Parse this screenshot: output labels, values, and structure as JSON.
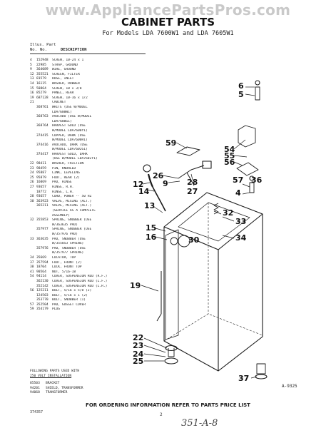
{
  "watermark": "www.AppliancePartsPros.com",
  "title": "CABINET PARTS",
  "subtitle": "For Models LDA 7600W1 and LDA 7605W1",
  "columns": {
    "illus_top": "Illus. Part",
    "illus_bottom": "No.",
    "part_bottom": "No.",
    "description": "DESCRIPTION"
  },
  "parts": [
    {
      "key": "4",
      "part": "152948",
      "desc": "SCREW, 10-24 x 1"
    },
    {
      "key": "5",
      "part": "22985",
      "desc": "STRAP, GROUND"
    },
    {
      "key": "9",
      "part": "364089",
      "desc": "WIRE, GROUND"
    },
    {
      "key": "12",
      "part": "355521",
      "desc": "SCREEN, FILTER"
    },
    {
      "key": "13",
      "part": "81579",
      "desc": "HOSE, INLET"
    },
    {
      "key": "14",
      "part": "16115",
      "desc": "WASHER, RUBBER"
    },
    {
      "key": "15",
      "part": "50864",
      "desc": "SCREW, 10 x 3/8"
    },
    {
      "key": "16",
      "part": "85279",
      "desc": "PANEL, REAR"
    },
    {
      "key": "19",
      "part": "687128",
      "desc": "SCREW, 10-16 x 1/2"
    },
    {
      "key": "21",
      "part": "",
      "desc": "CABINET"
    },
    {
      "key": "",
      "part": "368761",
      "desc": "WHITE (USE W/MODEL"
    },
    {
      "key": "",
      "part": "",
      "desc": "LDA7600W1)"
    },
    {
      "key": "",
      "part": "368763",
      "desc": "AVOCADO (USE W/MODEL"
    },
    {
      "key": "",
      "part": "",
      "desc": "LDA7600G1)"
    },
    {
      "key": "",
      "part": "368764",
      "desc": "HARVEST GOLD (USE"
    },
    {
      "key": "",
      "part": "",
      "desc": "W/MODEL LDA7600Y1)"
    },
    {
      "key": "",
      "part": "374415",
      "desc": "COPPER, DARK (USE"
    },
    {
      "key": "",
      "part": "",
      "desc": "W/MODEL LDA7600R1)"
    },
    {
      "key": "",
      "part": "374416",
      "desc": "AVOCADO, DARK (USE"
    },
    {
      "key": "",
      "part": "",
      "desc": "W/MODEL LDA7602G1)"
    },
    {
      "key": "",
      "part": "374417",
      "desc": "HARVEST GOLD, DARK"
    },
    {
      "key": "",
      "part": "",
      "desc": "(USE W/MODEL LDA7602Y1)"
    },
    {
      "key": "22",
      "part": "98411",
      "desc": "WASHER, FRICTION"
    },
    {
      "key": "23",
      "part": "98459",
      "desc": "PIN, KNURLED"
    },
    {
      "key": "24",
      "part": "95887",
      "desc": "LINK, LEVELING"
    },
    {
      "key": "25",
      "part": "95879",
      "desc": "FOOT, REAR (2)"
    },
    {
      "key": "26",
      "part": "16069",
      "desc": "PAD, HINGE"
    },
    {
      "key": "27",
      "part": "93657",
      "desc": "HINGE, R.H."
    },
    {
      "key": "",
      "part": "18772",
      "desc": "HINGE, L.H."
    },
    {
      "key": "28",
      "part": "93657",
      "desc": "CORD, POWER -- 50 HZ"
    },
    {
      "key": "30",
      "part": "363923",
      "desc": "VALVE, MIXING (ALT.)"
    },
    {
      "key": "",
      "part": "365211",
      "desc": "VALVE, MIXING (ALT.)"
    },
    {
      "key": "",
      "part": "",
      "desc": "(SERVICE AS A COMPLETE"
    },
    {
      "key": "",
      "part": "",
      "desc": "ASSEMBLY)"
    },
    {
      "key": "32",
      "part": "355853",
      "desc": "SPRING, SNUBBER (USE"
    },
    {
      "key": "",
      "part": "",
      "desc": "W/363635 PAD)"
    },
    {
      "key": "",
      "part": "357977",
      "desc": "SPRING, SNUBBER (USE"
    },
    {
      "key": "",
      "part": "",
      "desc": "W/357976 PAD)"
    },
    {
      "key": "33",
      "part": "363635",
      "desc": "PAD, SNUBBER (USE"
    },
    {
      "key": "",
      "part": "",
      "desc": "W/355853 SPRING)"
    },
    {
      "key": "",
      "part": "357976",
      "desc": "PAD, SNUBBER (USE"
    },
    {
      "key": "",
      "part": "",
      "desc": "W/357977 SPRING)"
    },
    {
      "key": "34",
      "part": "35669",
      "desc": "LOCATOR, TOP"
    },
    {
      "key": "37",
      "part": "357594",
      "desc": "FOOT, FRONT (2)"
    },
    {
      "key": "38",
      "part": "18704",
      "desc": "LOCK, FRONT TOP"
    },
    {
      "key": "41",
      "part": "90564",
      "desc": "NUT, 5/16-18"
    },
    {
      "key": "54",
      "part": "94114",
      "desc": "COVER, SUSPENSION ROD (R.F.)"
    },
    {
      "key": "",
      "part": "362130",
      "desc": "COVER, SUSPENSION ROD (L.F.)"
    },
    {
      "key": "",
      "part": "352142",
      "desc": "COVER, SUSPENSION ROD (L.R.)"
    },
    {
      "key": "56",
      "part": "125211",
      "desc": "BOLT, 5/16 x 5/8 (2)"
    },
    {
      "key": "",
      "part": "124503",
      "desc": "BOLT, 5/16 x 1 (2)"
    },
    {
      "key": "",
      "part": "353770",
      "desc": "BOLT, SNUBBER (1)"
    },
    {
      "key": "57",
      "part": "352504",
      "desc": "PAD, GUSSET COVER"
    },
    {
      "key": "59",
      "part": "354179",
      "desc": "PLUG"
    }
  ],
  "following": {
    "header1": "FOLLOWING PARTS USED WITH",
    "header2": "250 VOLT INSTALLATION",
    "items": [
      {
        "part": "85503",
        "desc": "BRACKET"
      },
      {
        "part": "94201",
        "desc": "SHIELD, TRANSFORMER"
      },
      {
        "part": "94068",
        "desc": "TRANSFORMER"
      }
    ]
  },
  "figure_id": "A-9325",
  "callouts": {
    "c6": "6",
    "c5": "5",
    "c59": "59",
    "c54": "54",
    "c55": "55",
    "c56": "56",
    "c26": "26",
    "c9": "9",
    "c28": "28",
    "c57": "57",
    "c36": "36",
    "c4": "4",
    "c12": "12",
    "c14": "14",
    "c13": "13",
    "c27": "27",
    "c32": "32",
    "c33": "33",
    "c34": "34",
    "c15": "15",
    "c16": "16",
    "c30": "30",
    "c19": "19",
    "c22": "22",
    "c23": "23",
    "c24": "24",
    "c25": "25",
    "c37": "37"
  },
  "footer": "FOR ORDERING INFORMATION REFER TO PARTS PRICE LIST",
  "doc_code": "374357",
  "page_number": "2",
  "handwritten": "351-A-8"
}
